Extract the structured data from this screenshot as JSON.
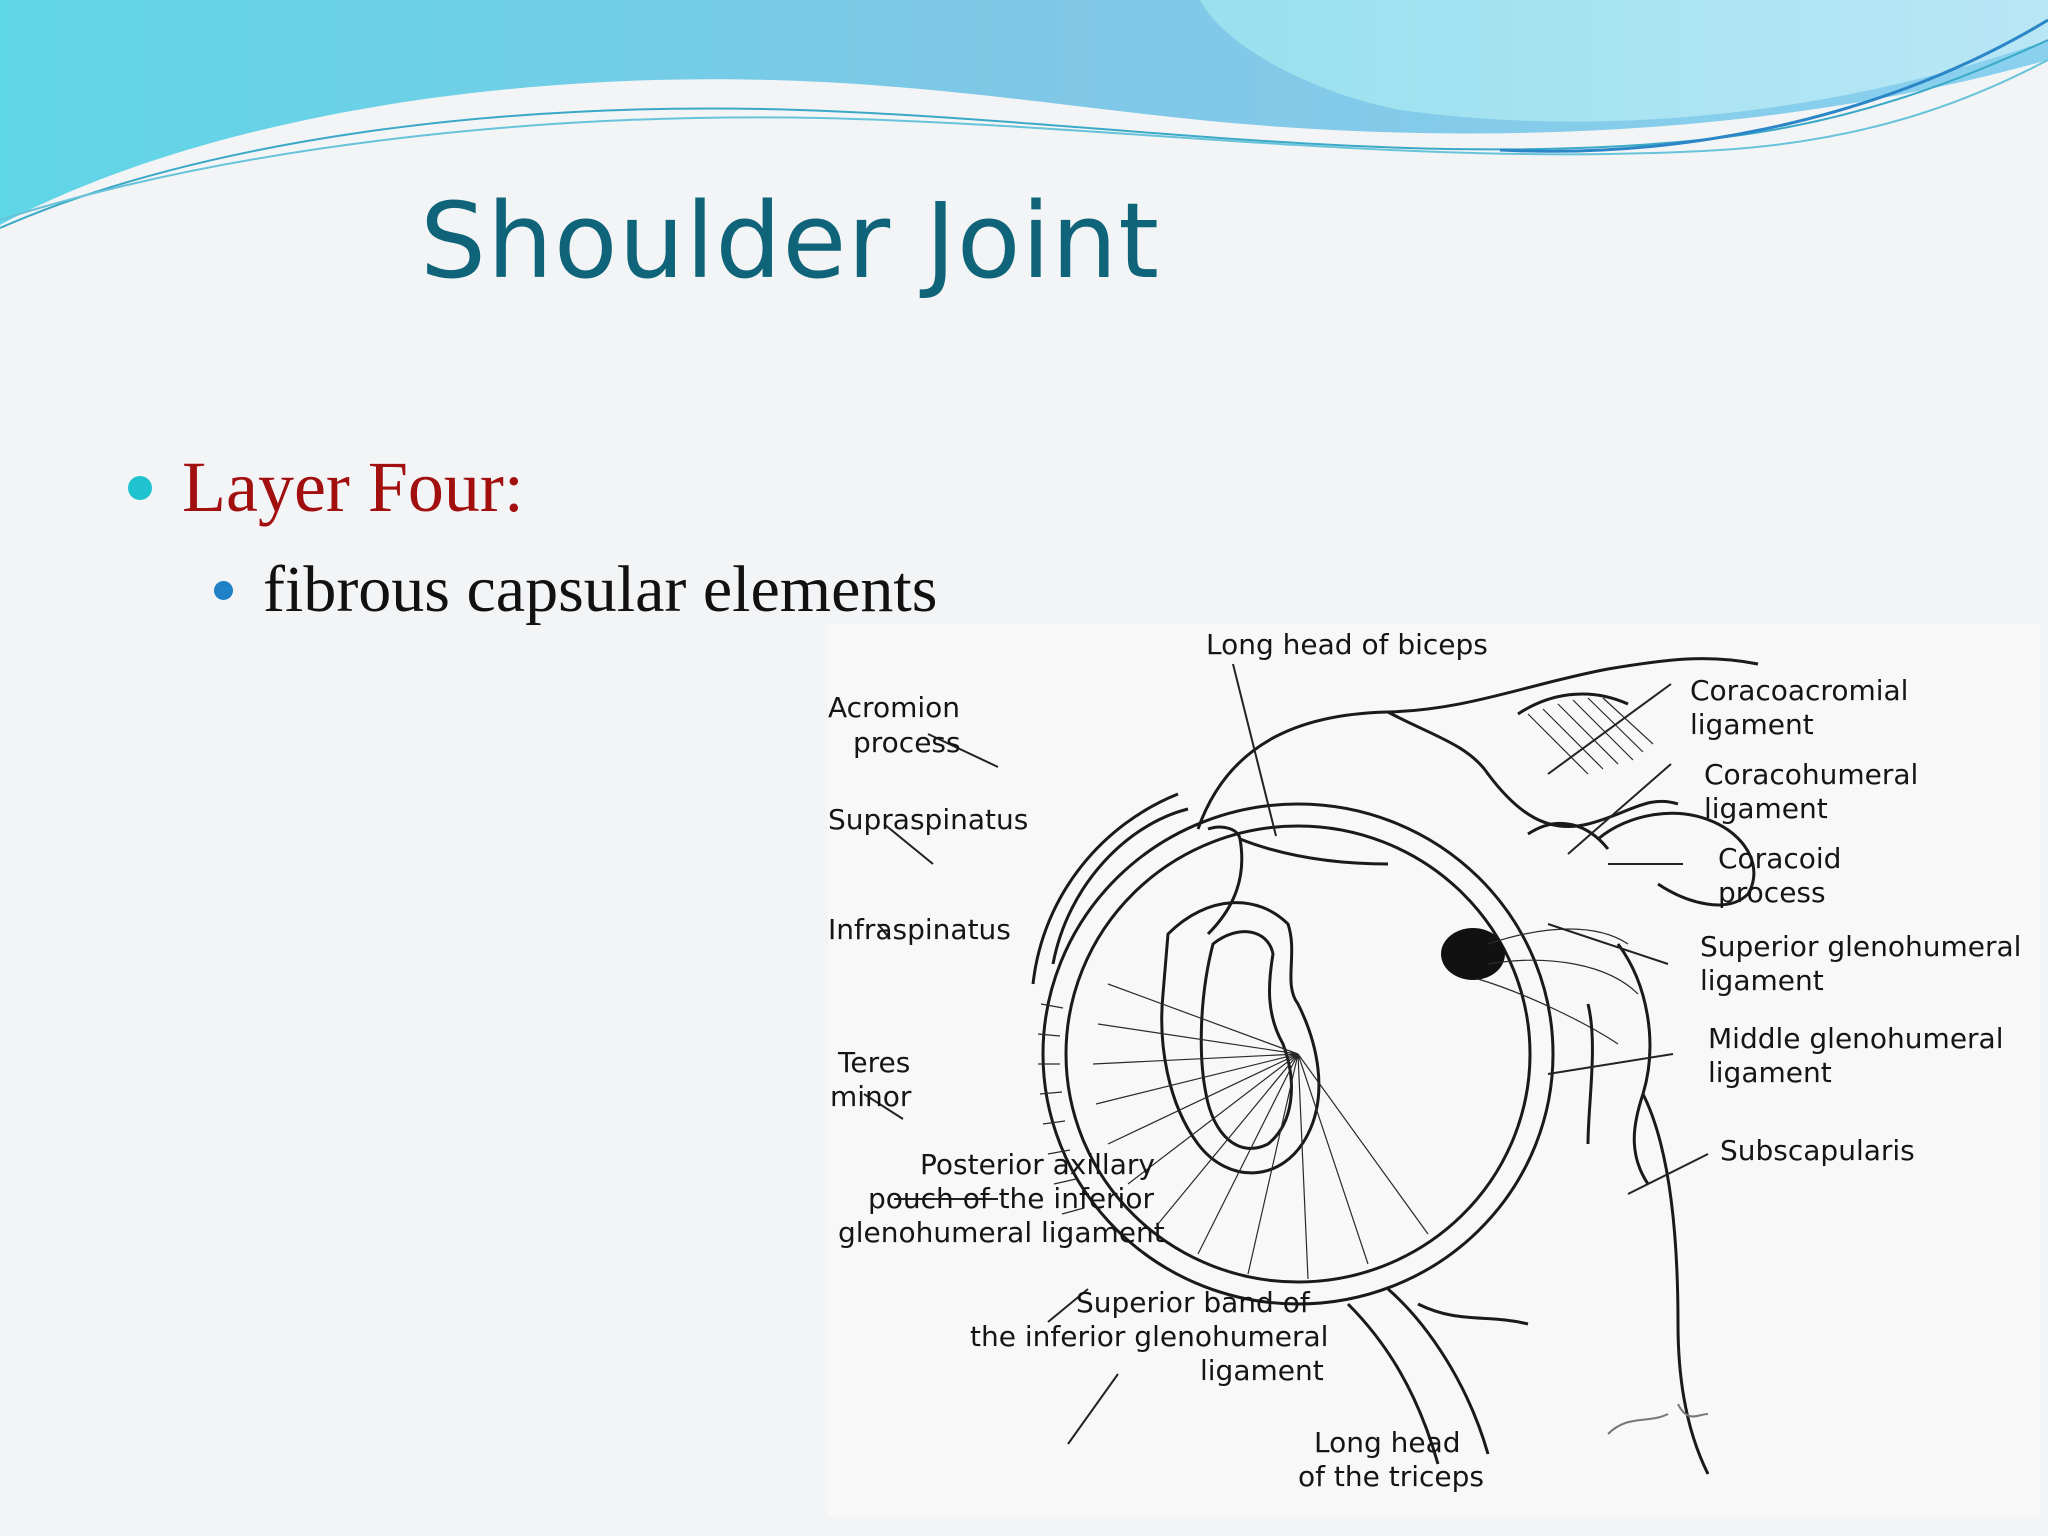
{
  "slide": {
    "title": "Shoulder Joint",
    "bullets": [
      {
        "text": "Layer Four:",
        "color": "#a20f0f",
        "bullet_color": "#1fc3d0"
      },
      {
        "text": "fibrous capsular elements",
        "color": "#111111",
        "bullet_color": "#1f82c6"
      }
    ],
    "title_color": "#0f6479"
  },
  "diagram": {
    "labels": {
      "long_head_biceps": "Long head of biceps",
      "acromion_1": "Acromion",
      "acromion_2": "process",
      "coracoacromial_1": "Coracoacromial",
      "coracoacromial_2": "ligament",
      "coracohumeral_1": "Coracohumeral",
      "coracohumeral_2": "ligament",
      "coracoid_1": "Coracoid",
      "coracoid_2": "process",
      "supraspinatus": "Supraspinatus",
      "infraspinatus": "Infraspinatus",
      "sup_gh_1": "Superior glenohumeral",
      "sup_gh_2": "ligament",
      "mid_gh_1": "Middle glenohumeral",
      "mid_gh_2": "ligament",
      "teres_1": "Teres",
      "teres_2": "minor",
      "subscapularis": "Subscapularis",
      "post_axillary_1": "Posterior axillary",
      "post_axillary_2": "pouch of the inferior",
      "post_axillary_3": "glenohumeral ligament",
      "sup_band_1": "Superior band of",
      "sup_band_2": "the inferior glenohumeral",
      "sup_band_3": "ligament",
      "triceps_1": "Long head",
      "triceps_2": "of the triceps"
    }
  }
}
